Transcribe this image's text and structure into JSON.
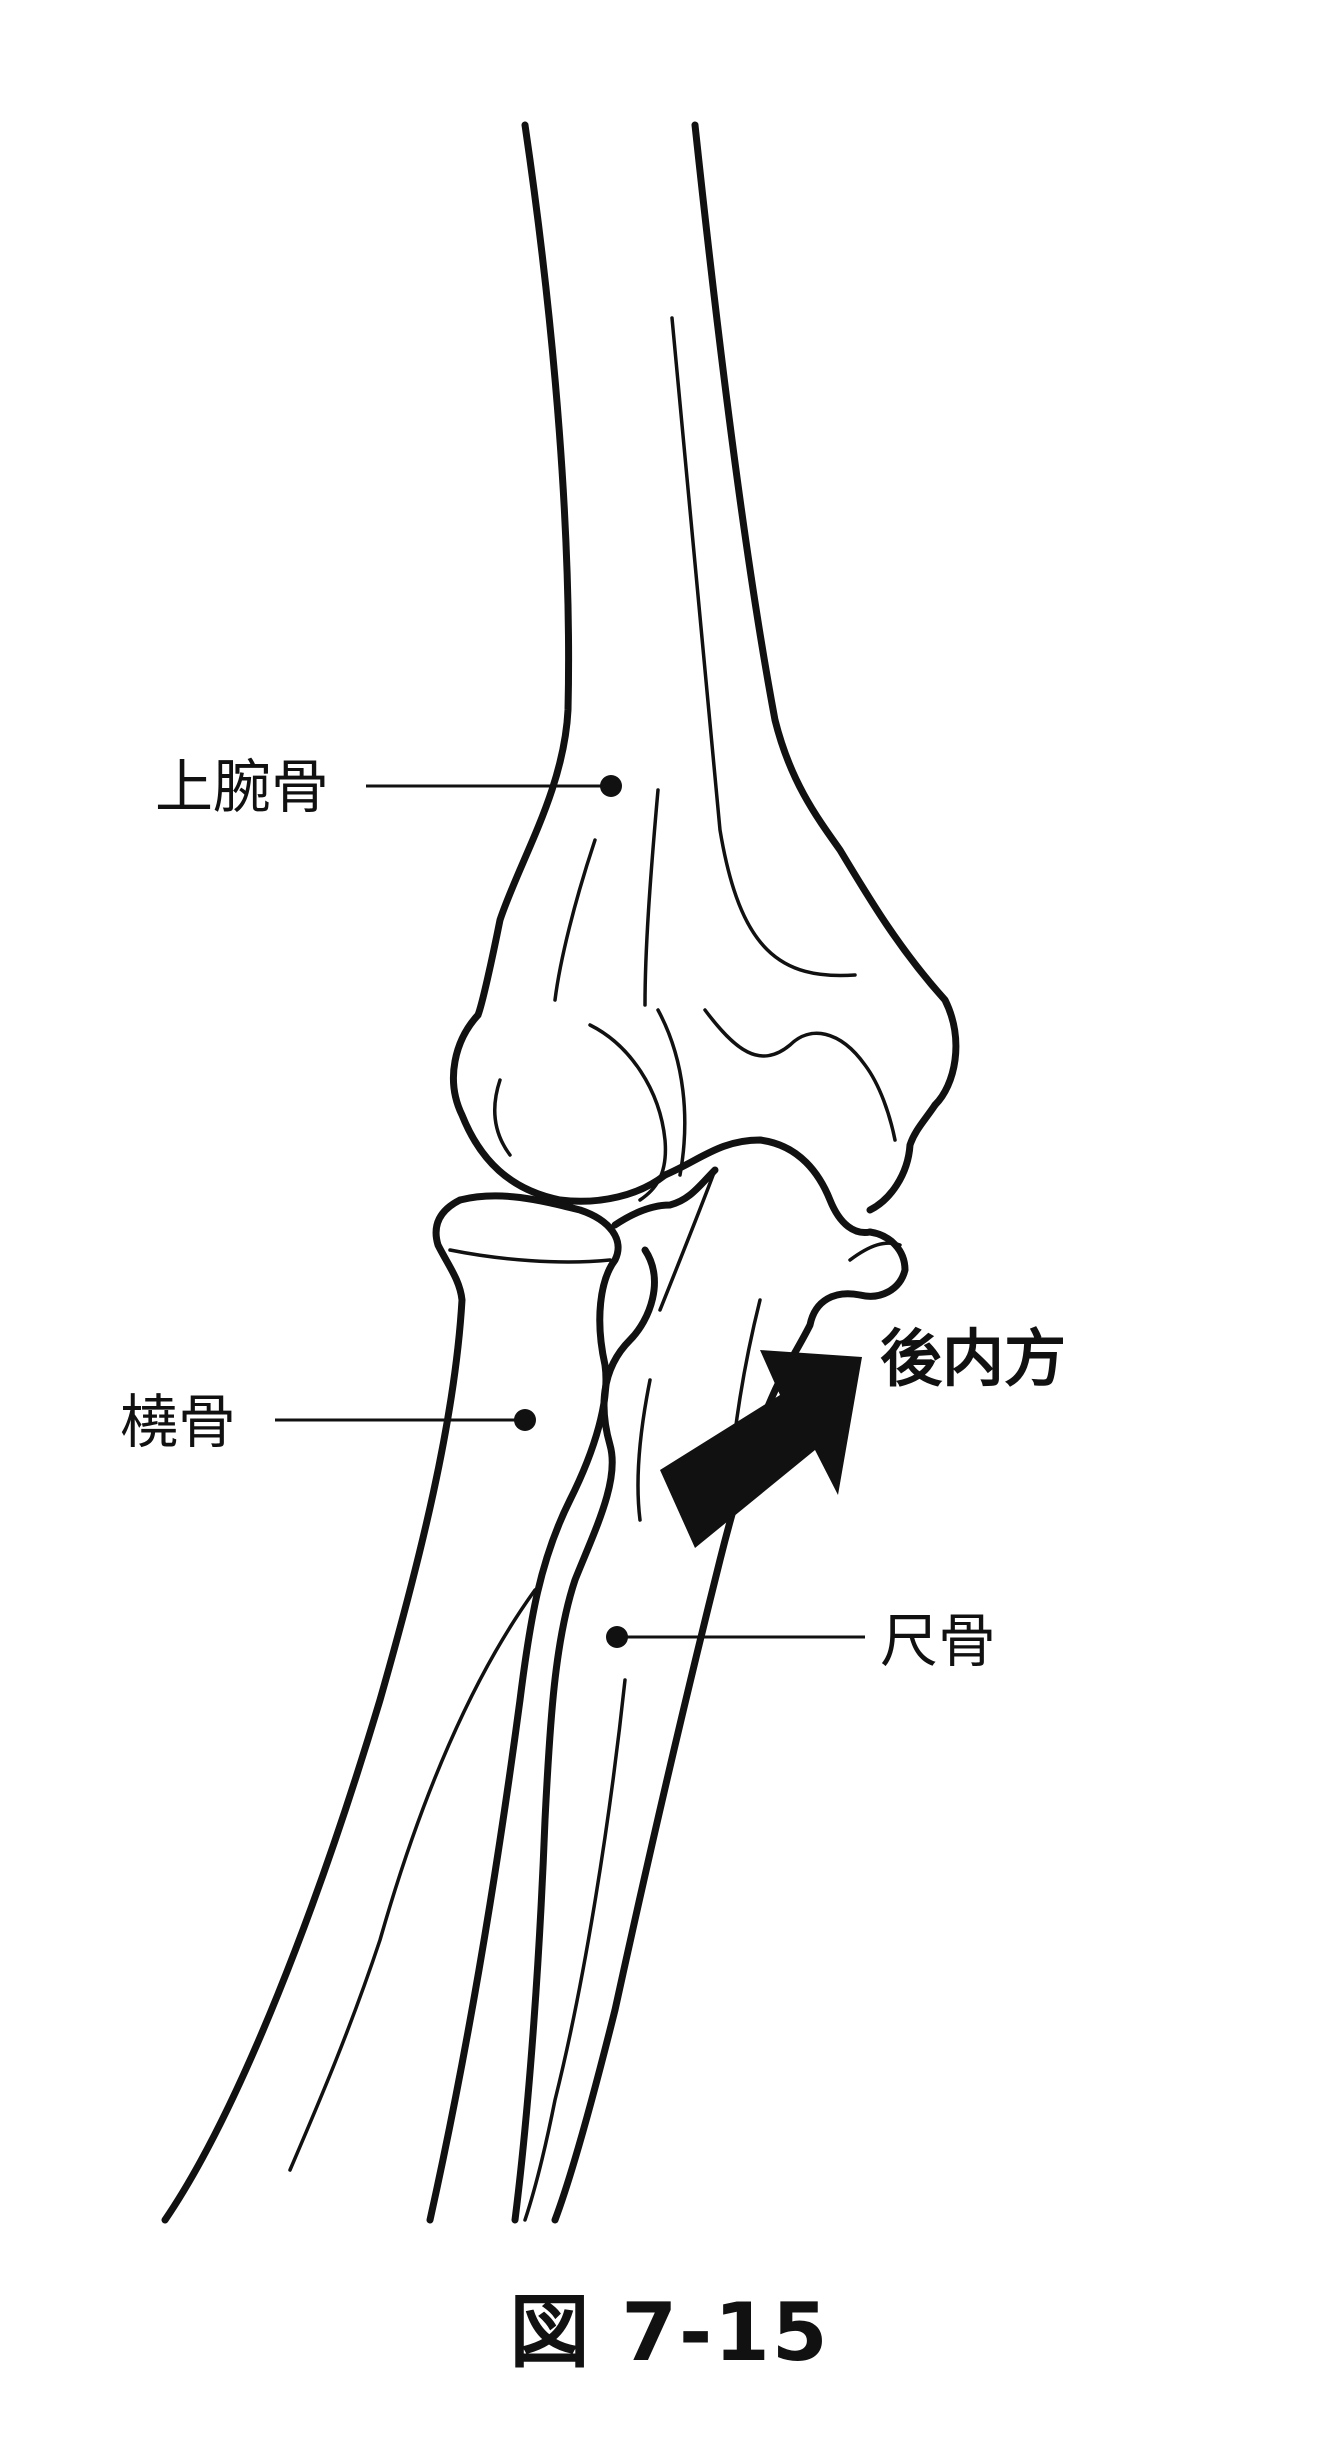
{
  "labels": {
    "humerus": "上腕骨",
    "radius": "橈骨",
    "ulna": "尺骨",
    "direction": "後内方"
  },
  "caption": "図 7-15",
  "colors": {
    "line": "#111111",
    "background": "#ffffff"
  }
}
